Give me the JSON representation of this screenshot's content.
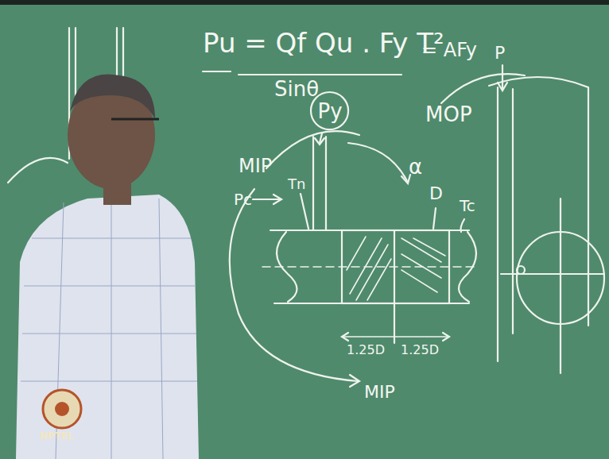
{
  "diagram": {
    "nodes": [
      {
        "text": [
          "Py"
        ]
      }
    ],
    "labels": [
      "Pu = Qf Qu . Fy T²",
      "Sinθ",
      "= AFy",
      "P",
      "MOP",
      "MIP",
      "α",
      "Tn",
      "D",
      "Tc",
      "Pc",
      "1.25D",
      "1.25D",
      "MIP",
      "NPTEL"
    ]
  }
}
